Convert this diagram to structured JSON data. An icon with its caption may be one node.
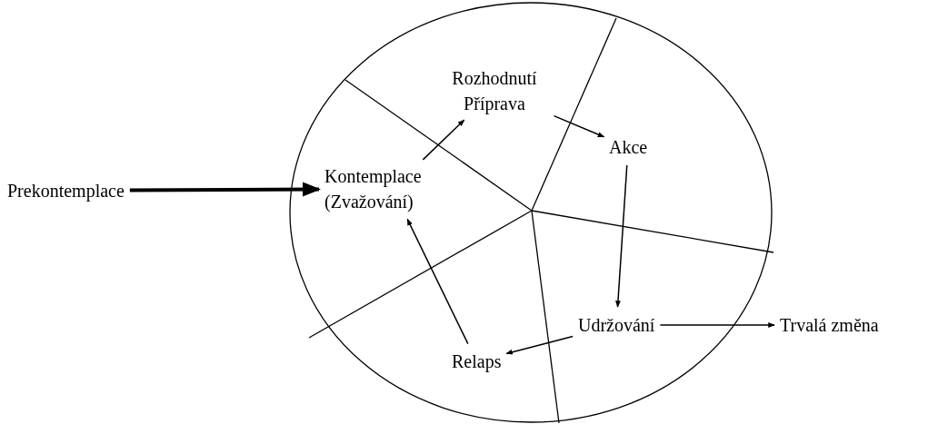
{
  "diagram": {
    "nodes": [
      {
        "text": [
          "Prekontemplace"
        ]
      },
      {
        "text": [
          "Kontemplace (Zvažování)"
        ]
      },
      {
        "text": [
          "Rozhodnutí Příprava"
        ]
      },
      {
        "text": [
          "Akce"
        ]
      },
      {
        "text": [
          "Udržování"
        ]
      },
      {
        "text": [
          "Relaps"
        ]
      },
      {
        "text": [
          "Trvalá změna"
        ]
      }
    ],
    "edges": [
      {
        "from": 0,
        "to": 1,
        "arrow": "to",
        "style": "thick"
      },
      {
        "from": 1,
        "to": 2,
        "arrow": "to"
      },
      {
        "from": 2,
        "to": 3,
        "arrow": "to"
      },
      {
        "from": 3,
        "to": 4,
        "arrow": "to"
      },
      {
        "from": 4,
        "to": 5,
        "arrow": "to"
      },
      {
        "from": 5,
        "to": 1,
        "arrow": "to"
      },
      {
        "from": 4,
        "to": 6,
        "arrow": "to"
      }
    ]
  }
}
